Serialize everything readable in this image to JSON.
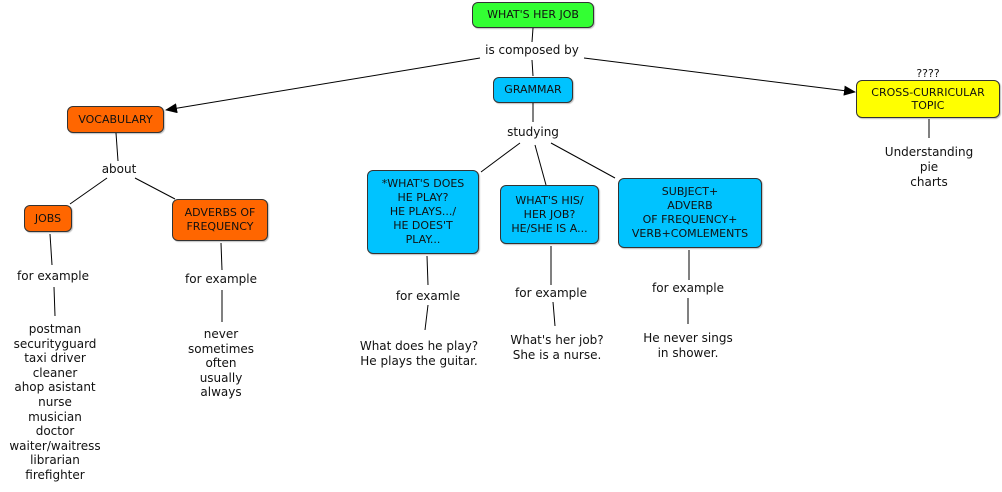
{
  "concept_map": {
    "root": {
      "label": "WHAT'S HER JOB",
      "color": "#33ff33"
    },
    "root_link": "is composed by",
    "vocabulary": {
      "label": "VOCABULARY",
      "color": "#ff6600",
      "link": "about",
      "jobs": {
        "label": "JOBS",
        "link": "for example",
        "examples": "postman\nsecurityguard\ntaxi driver\ncleaner\nahop asistant\nnurse\nmusician\ndoctor\nwaiter/waitress\nlibrarian\nfirefighter"
      },
      "adverbs": {
        "label": "ADVERBS OF\nFREQUENCY",
        "link": "for example",
        "examples": "never\nsometimes\noften\nusually\nalways"
      }
    },
    "grammar": {
      "label": "GRAMMAR",
      "color": "#00c3ff",
      "link": "studying",
      "items": [
        {
          "label": "*WHAT'S DOES\nHE PLAY?\nHE PLAYS.../\nHE DOES'T\nPLAY...",
          "link": "for examle",
          "example": "What does he play?\nHe plays the guitar."
        },
        {
          "label": "WHAT'S HIS/\nHER JOB?\nHE/SHE IS A...",
          "link": "for example",
          "example": "What's her job?\nShe is a nurse."
        },
        {
          "label": "SUBJECT+\nADVERB\nOF FREQUENCY+\nVERB+COMLEMENTS",
          "link": "for example",
          "example": "He never sings\nin shower."
        }
      ]
    },
    "cross": {
      "label": "CROSS-CURRICULAR\nTOPIC",
      "color": "#ffff00",
      "annotation": "????",
      "example": "Understanding pie\ncharts"
    }
  }
}
